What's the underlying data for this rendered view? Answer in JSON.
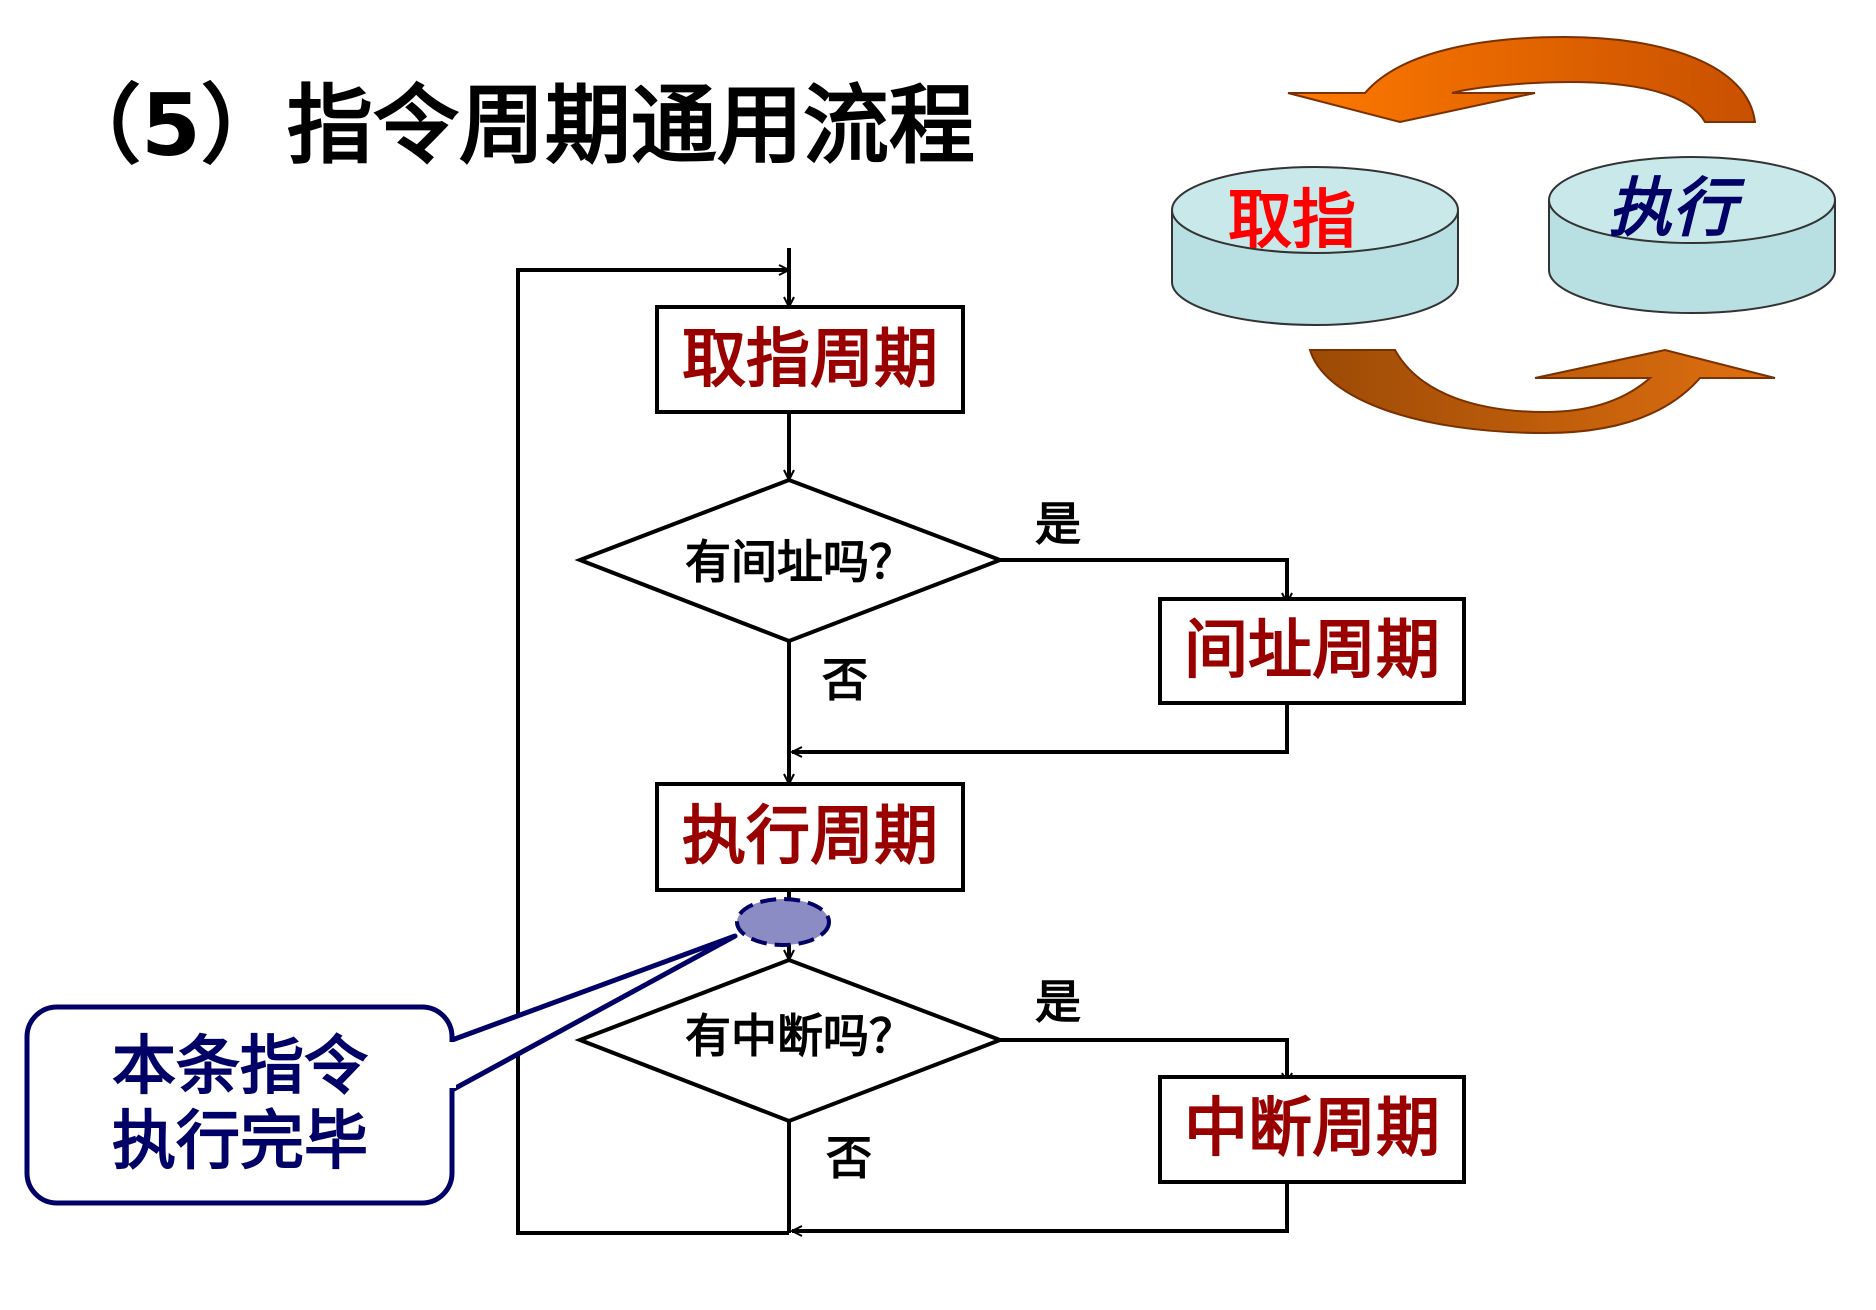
{
  "title": "（5）指令周期通用流程",
  "flow": {
    "fetch_box": "取指周期",
    "indirect_question": "有间址吗？",
    "indirect_box": "间址周期",
    "execute_box": "执行周期",
    "interrupt_question": "有中断吗？",
    "interrupt_box": "中断周期",
    "yes_label": "是",
    "no_label": "否"
  },
  "callout": {
    "line1": "本条指令",
    "line2": "执行完毕"
  },
  "cycle_diagram": {
    "fetch_label": "取指",
    "execute_label": "执行"
  },
  "colors": {
    "box_text": "#990000",
    "callout_text": "#000066",
    "fetch_label": "#ff0000",
    "execute_label": "#000066",
    "disk_fill": "#b8e0e2",
    "arrow_orange": "#f07010",
    "arrow_brown": "#a04808",
    "marker_fill": "#8c8cc4"
  }
}
